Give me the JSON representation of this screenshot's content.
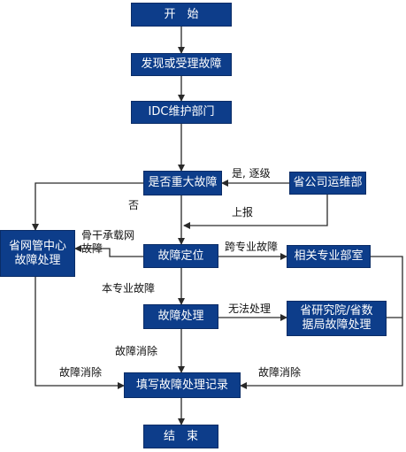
{
  "nodes": {
    "start": "开　始",
    "discover": "发现或受理故障",
    "idc": "IDC维护部门",
    "major": "是否重大故障",
    "prov_ops": "省公司运维部",
    "locate": "故障定位",
    "net_center": "省网管中心\n故障处理",
    "related": "相关专业部室",
    "handle": "故障处理",
    "research": "省研究院/省数\n据局故障处理",
    "record": "填写故障处理记录",
    "end": "结　束"
  },
  "labels": {
    "yes_escalate": "是, 逐级",
    "report_up": "上报",
    "no": "否",
    "backbone_fault": "骨干承载网\n故障",
    "cross_discipline": "跨专业故障",
    "own_discipline": "本专业故障",
    "cannot_handle": "无法处理",
    "cleared_mid": "故障消除",
    "cleared_left": "故障消除",
    "cleared_right": "故障消除"
  },
  "colors": {
    "box": "#0d3d8a",
    "line": "#2a2a2a"
  }
}
